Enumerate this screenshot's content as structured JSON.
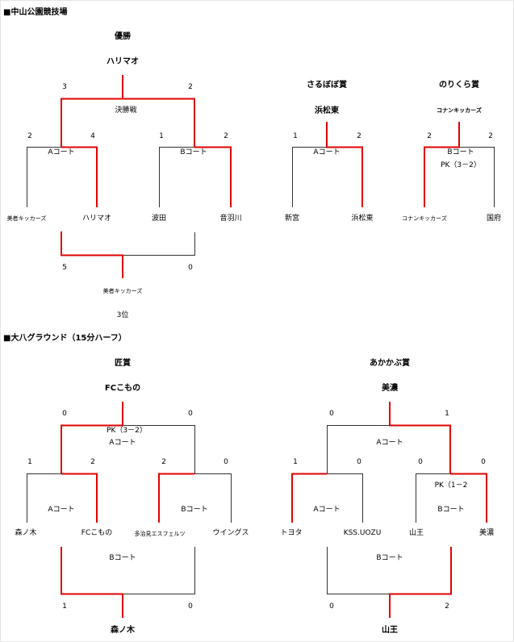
{
  "colors": {
    "winner": "#e00000",
    "normal": "#333333"
  },
  "section1": {
    "title": "■中山公園競技場",
    "winner_title": "優勝",
    "champion": "ハリマオ",
    "final": {
      "label": "決勝戦",
      "left": "3",
      "right": "2"
    },
    "semi_a": {
      "court": "Aコート",
      "left": "2",
      "right": "4"
    },
    "semi_b": {
      "court": "Bコート",
      "left": "1",
      "right": "2"
    },
    "teams": [
      "美者キッカーズ",
      "ハリマオ",
      "波田",
      "音羽川"
    ],
    "third": {
      "left": "5",
      "right": "0",
      "team": "美者キッカーズ",
      "label": "3位"
    },
    "sarubobo": {
      "title": "さるぼぼ賞",
      "winner": "浜松東",
      "court": "Aコート",
      "left": "1",
      "right": "2",
      "teams": [
        "新宮",
        "浜松東"
      ]
    },
    "norikura": {
      "title": "のりくら賞",
      "winner": "コナンキッカーズ",
      "court": "Bコート",
      "pk": "PK（3－2）",
      "left": "2",
      "right": "2",
      "teams": [
        "コナンキッカーズ",
        "国府"
      ]
    }
  },
  "section2": {
    "title": "■大八グラウンド（15分ハーフ）",
    "takumi": {
      "title": "匠賞",
      "winner": "FCこもの",
      "final": {
        "pk": "PK（3－2）",
        "court": "Aコート",
        "left": "0",
        "right": "0"
      },
      "semi_a": {
        "court": "Aコート",
        "left": "1",
        "right": "2"
      },
      "semi_b": {
        "court": "Bコート",
        "left": "2",
        "right": "0"
      },
      "teams": [
        "森ノ木",
        "FCこもの",
        "多治見エスフェルツ",
        "ウイングス"
      ],
      "bottom": {
        "court": "Bコート",
        "left": "1",
        "right": "0",
        "winner": "森ノ木"
      }
    },
    "akakabu": {
      "title": "あかかぶ賞",
      "winner": "美濃",
      "final": {
        "court": "Aコート",
        "left": "0",
        "right": "1"
      },
      "semi_a": {
        "court": "Aコート",
        "left": "1",
        "right": "0"
      },
      "semi_b": {
        "court": "Bコート",
        "pk": "PK（1－2",
        "left": "0",
        "right": "0"
      },
      "teams": [
        "トヨタ",
        "KSS.UOZU",
        "山王",
        "美濃"
      ],
      "bottom": {
        "court": "Bコート",
        "left": "0",
        "right": "2",
        "winner": "山王"
      }
    }
  }
}
